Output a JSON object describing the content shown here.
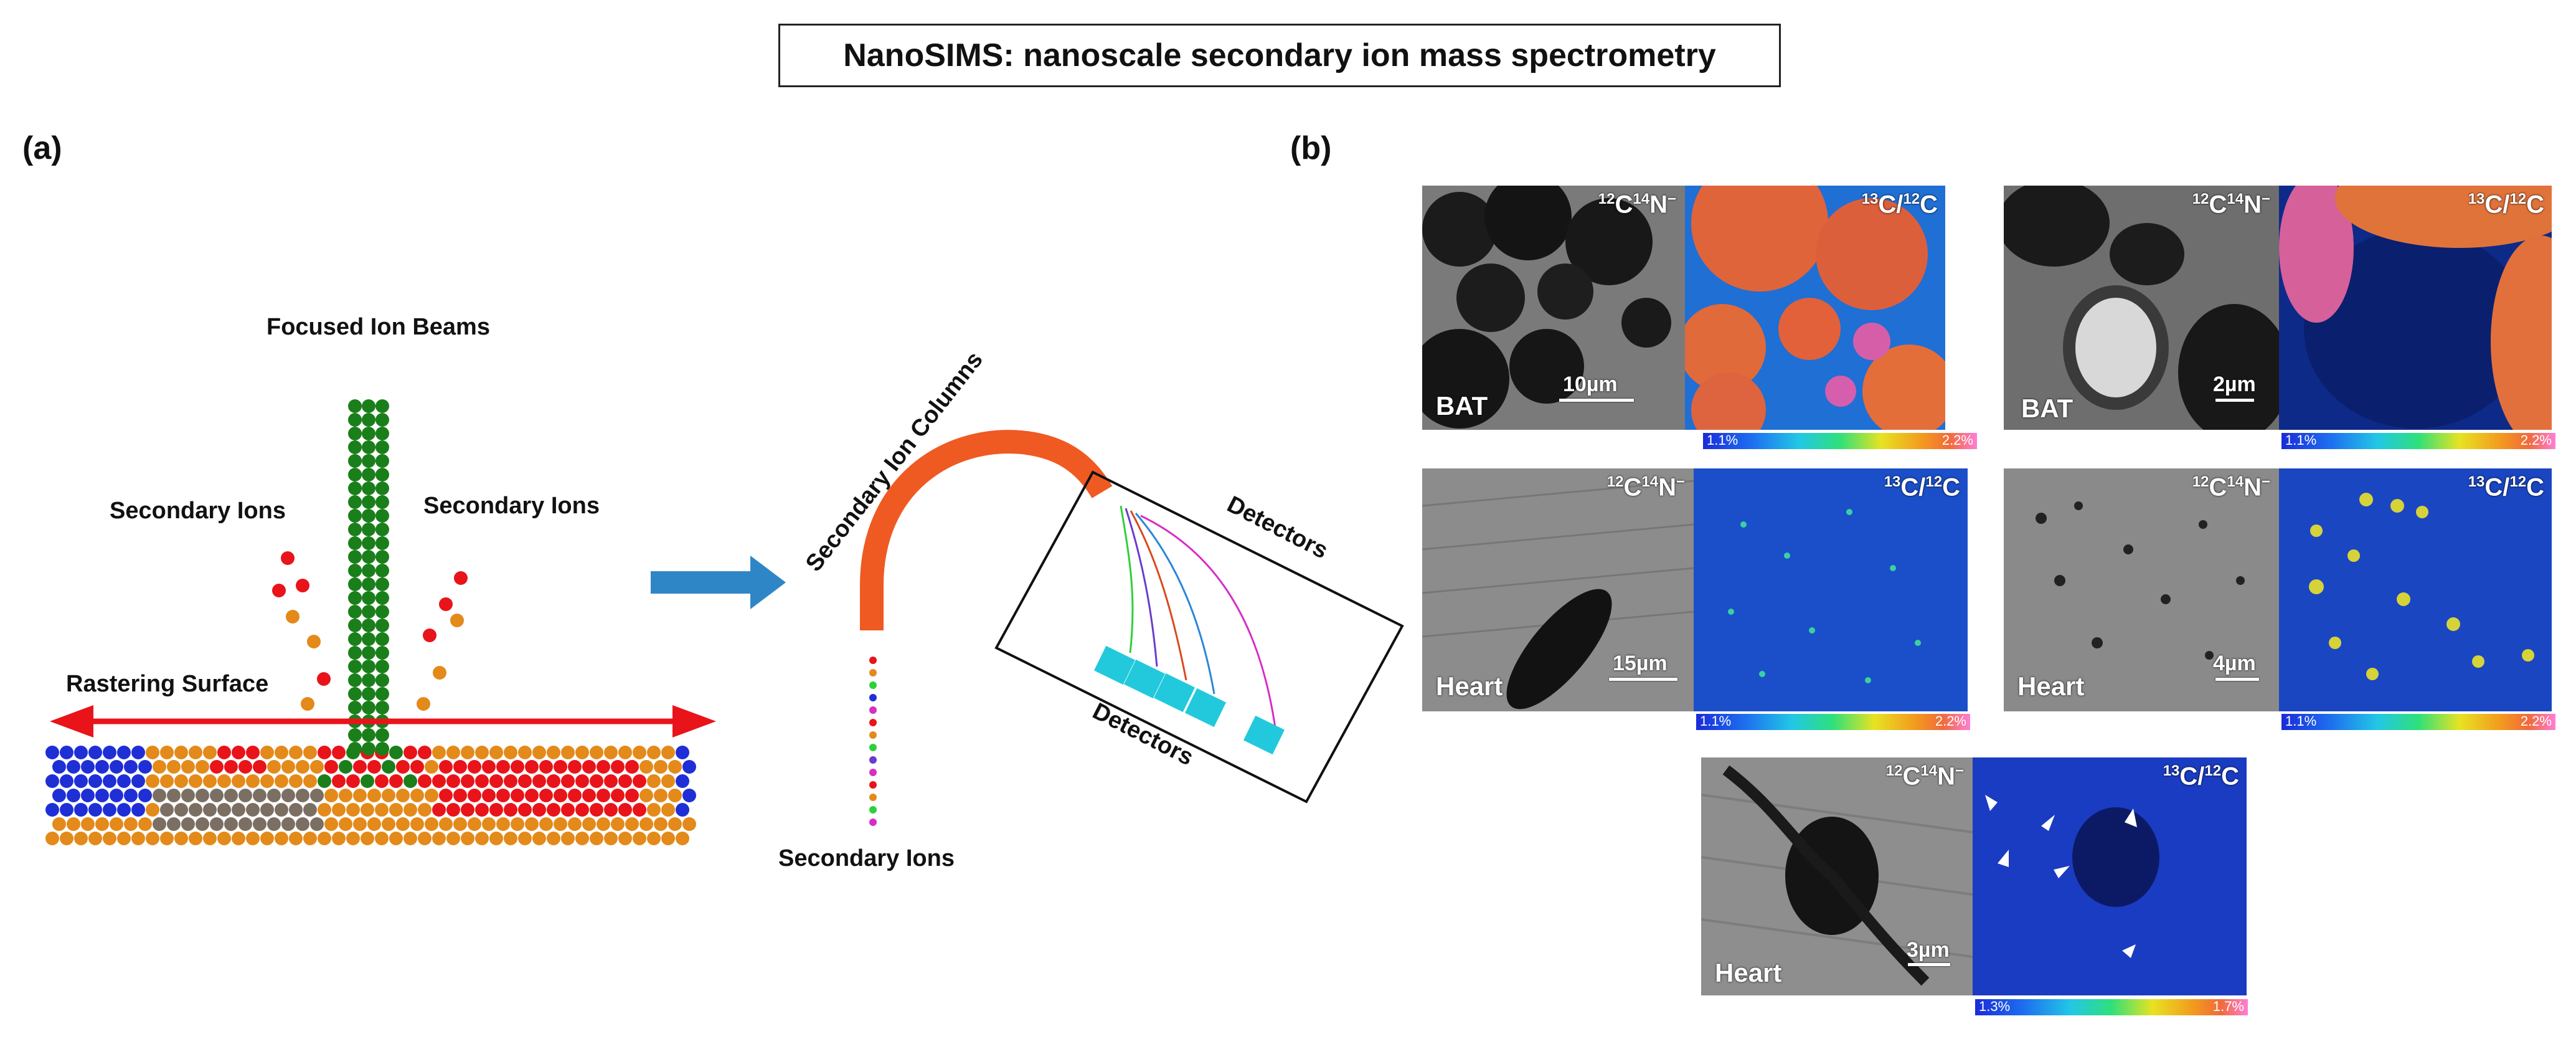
{
  "title": "NanoSIMS: nanoscale secondary ion mass spectrometry",
  "panel_a": {
    "label": "(a)",
    "focused_ion_beams": "Focused Ion Beams",
    "secondary_ions_left": "Secondary Ions",
    "secondary_ions_right": "Secondary Ions",
    "rastering_surface": "Rastering Surface",
    "secondary_ion_columns": "Secondary Ion Columns",
    "detectors_top": "Detectors",
    "detectors_bottom": "Detectors",
    "secondary_ions_bottom": "Secondary Ions",
    "colors": {
      "beam": "#1a7f1a",
      "ion_red": "#e8141a",
      "ion_orange": "#e38a1a",
      "blue": "#1f2fd6",
      "grey": "#7b6f63",
      "arrow": "#2f86c6",
      "column": "#ef5a22",
      "detector": "#22c9dc"
    }
  },
  "panel_b": {
    "label": "(b)",
    "element_label": "12C14N",
    "ratio_label": "13C/12C",
    "tiles": [
      {
        "tissue": "BAT",
        "scale": "10µm",
        "cbar_min": "1.1%",
        "cbar_max": "2.2%"
      },
      {
        "tissue": "BAT",
        "scale": "2µm",
        "cbar_min": "1.1%",
        "cbar_max": "2.2%"
      },
      {
        "tissue": "Heart",
        "scale": "15µm",
        "cbar_min": "1.1%",
        "cbar_max": "2.2%"
      },
      {
        "tissue": "Heart",
        "scale": "4µm",
        "cbar_min": "1.1%",
        "cbar_max": "2.2%"
      },
      {
        "tissue": "Heart",
        "scale": "3µm",
        "cbar_min": "1.3%",
        "cbar_max": "1.7%"
      }
    ]
  }
}
